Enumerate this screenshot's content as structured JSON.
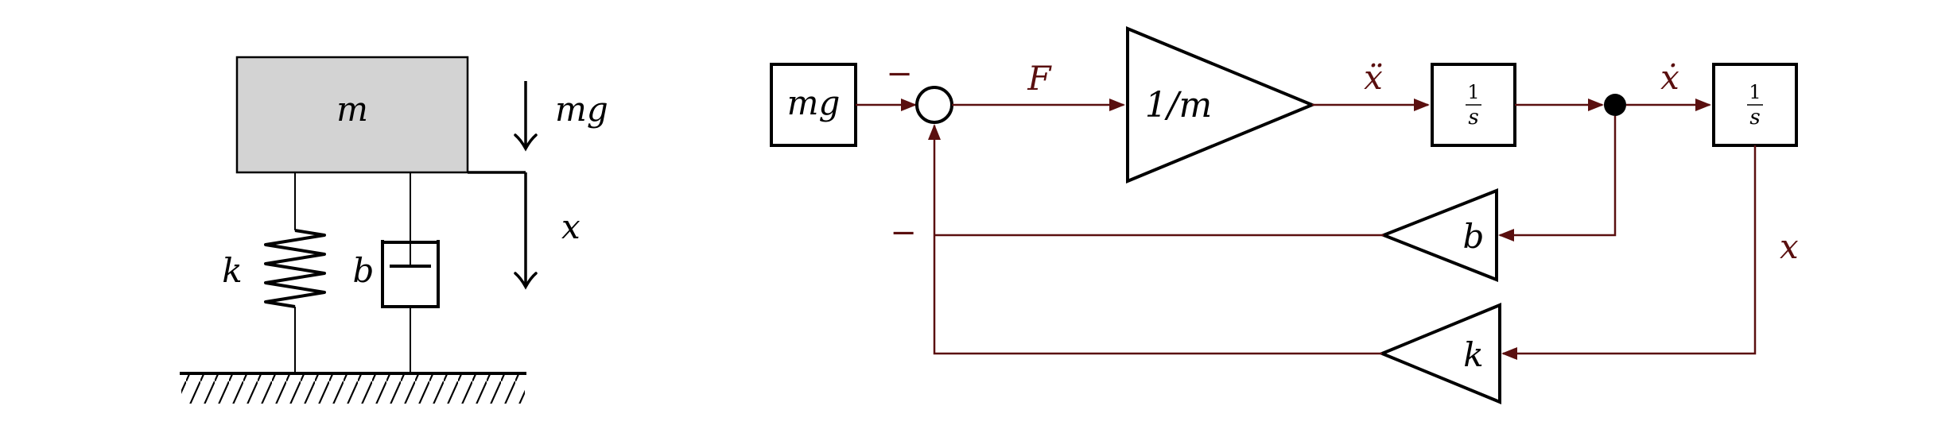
{
  "colors": {
    "ink": "#000000",
    "signal": "#5a0f0f",
    "mass_fill": "#d3d3d3"
  },
  "mechanical": {
    "mass_label": "m",
    "gravity_label": "mg",
    "displacement_label": "x",
    "spring_label": "k",
    "damper_label": "b"
  },
  "block_diagram": {
    "source_label": "mg",
    "sum_minus_top": "−",
    "sum_minus_bottom": "−",
    "force_label": "F",
    "gain_label": "1/m",
    "accel_label": "ẍ",
    "integrator_num": "1",
    "integrator_den": "s",
    "velocity_label": "ẋ",
    "position_label": "x",
    "damping_gain_label": "b",
    "spring_gain_label": "k"
  }
}
